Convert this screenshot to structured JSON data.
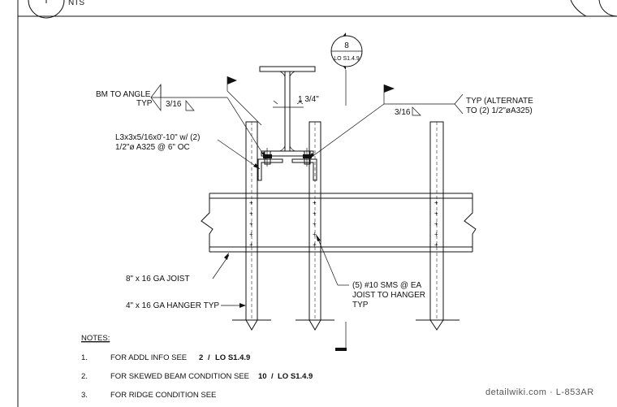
{
  "header": {
    "scale": "NTS"
  },
  "section_marker": {
    "number": "8",
    "sheet_ref": "LO S1.4.9"
  },
  "callouts": {
    "bm_to_angle_line1": "BM TO ANGLE",
    "bm_to_angle_line2": "TYP",
    "weld_left_size": "3/16",
    "dimension": "1 3/4\"",
    "typ_alternate_line1": "TYP (ALTERNATE",
    "typ_alternate_line2": "TO (2) 1/2\"øA325)",
    "weld_right_size": "3/16",
    "angle_line1": "L3x3x5/16x0'-10\" w/ (2)",
    "angle_line2": "1/2\"ø A325 @ 6\" OC",
    "joist": "8\" x 16 GA JOIST",
    "hanger": "4\" x 16 GA HANGER TYP",
    "sms_line1": "(5) #10 SMS @ EA",
    "sms_line2": "JOIST TO HANGER",
    "sms_line3": "TYP"
  },
  "notes": {
    "heading": "NOTES:",
    "items": [
      {
        "num": "1.",
        "text": "FOR ADDL INFO SEE",
        "detail": "2",
        "sep": "/",
        "sheet": "LO S1.4.9"
      },
      {
        "num": "2.",
        "text": "FOR SKEWED BEAM CONDITION SEE",
        "detail": "10",
        "sep": "/",
        "sheet": "LO S1.4.9"
      },
      {
        "num": "3.",
        "text": "FOR RIDGE CONDITION SEE",
        "detail": "",
        "sep": "",
        "sheet": ""
      }
    ]
  },
  "watermark": "detailwiki.com · L-853AR"
}
